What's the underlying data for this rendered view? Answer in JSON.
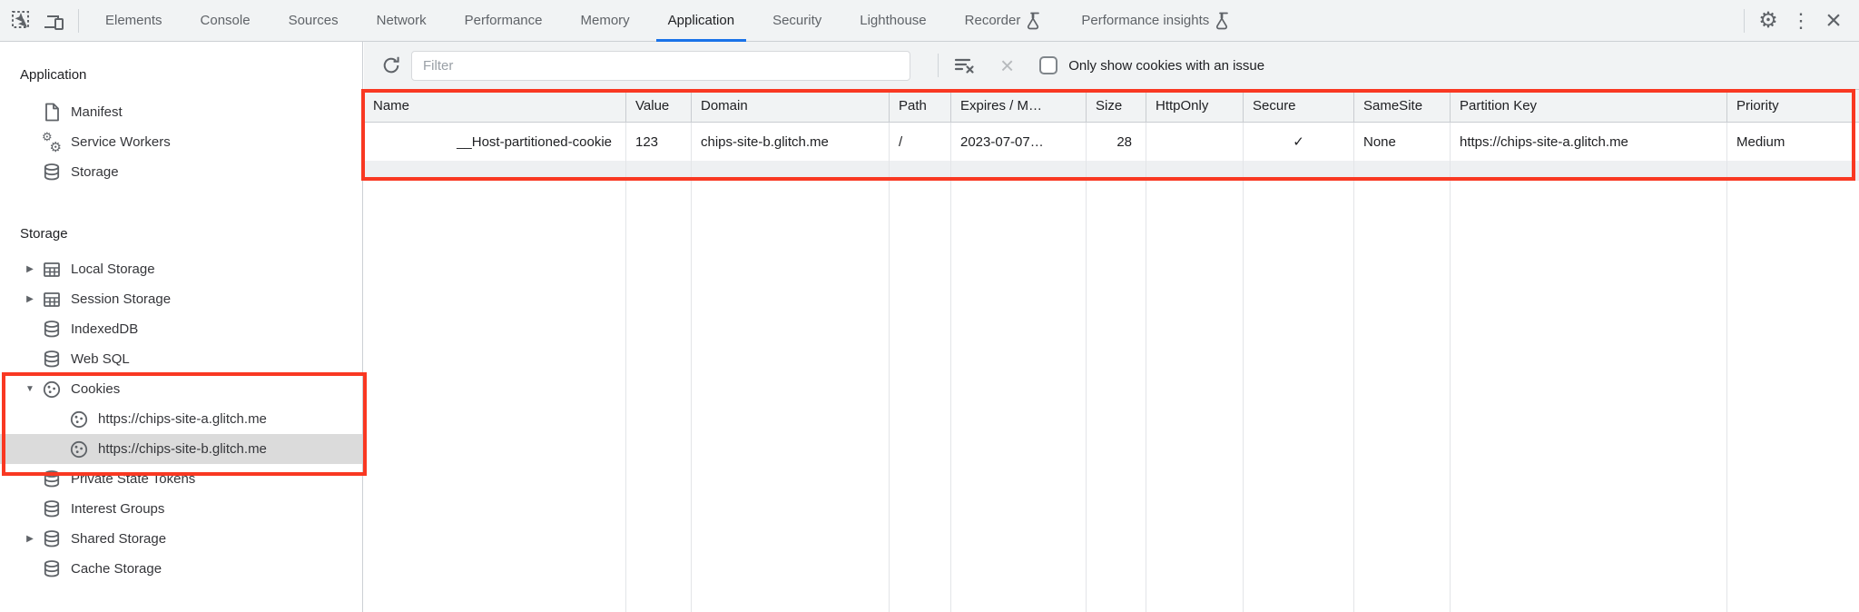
{
  "icons": {
    "gear": "⚙",
    "kebab": "⋮",
    "close": "×",
    "arrow_right": "▶",
    "arrow_down": "▼"
  },
  "tab_bar": {
    "tabs": [
      {
        "label": "Elements"
      },
      {
        "label": "Console"
      },
      {
        "label": "Sources"
      },
      {
        "label": "Network"
      },
      {
        "label": "Performance"
      },
      {
        "label": "Memory"
      },
      {
        "label": "Application",
        "active": true
      },
      {
        "label": "Security"
      },
      {
        "label": "Lighthouse"
      },
      {
        "label": "Recorder",
        "experimental": true
      },
      {
        "label": "Performance insights",
        "experimental": true
      }
    ]
  },
  "sidebar": {
    "sections": [
      {
        "title": "Application",
        "items": [
          {
            "label": "Manifest"
          },
          {
            "label": "Service Workers"
          },
          {
            "label": "Storage"
          }
        ]
      },
      {
        "title": "Storage",
        "items": [
          {
            "label": "Local Storage"
          },
          {
            "label": "Session Storage"
          },
          {
            "label": "IndexedDB"
          },
          {
            "label": "Web SQL"
          },
          {
            "label": "Cookies"
          },
          {
            "label": "https://chips-site-a.glitch.me"
          },
          {
            "label": "https://chips-site-b.glitch.me",
            "selected": true
          },
          {
            "label": "Private State Tokens"
          },
          {
            "label": "Interest Groups"
          },
          {
            "label": "Shared Storage"
          },
          {
            "label": "Cache Storage"
          }
        ]
      }
    ]
  },
  "toolbar": {
    "filter_placeholder": "Filter",
    "issue_checkbox_label": "Only show cookies with an issue",
    "checkbox_checked": false
  },
  "cookie_table": {
    "columns": [
      "Name",
      "Value",
      "Domain",
      "Path",
      "Expires / M…",
      "Size",
      "HttpOnly",
      "Secure",
      "SameSite",
      "Partition Key",
      "Priority"
    ],
    "rows": [
      {
        "name": "__Host-partitioned-cookie",
        "value": "123",
        "domain": "chips-site-b.glitch.me",
        "path": "/",
        "expires": "2023-07-07…",
        "size": "28",
        "http_only": "",
        "secure": "✓",
        "same_site": "None",
        "partition_key": "https://chips-site-a.glitch.me",
        "priority": "Medium"
      }
    ]
  },
  "annotations": {
    "highlight_color": "#f93822"
  },
  "colors": {
    "accent": "#1a73e8",
    "toolbar_bg": "#f1f3f4",
    "selected_item_bg": "#dbdbdb"
  }
}
